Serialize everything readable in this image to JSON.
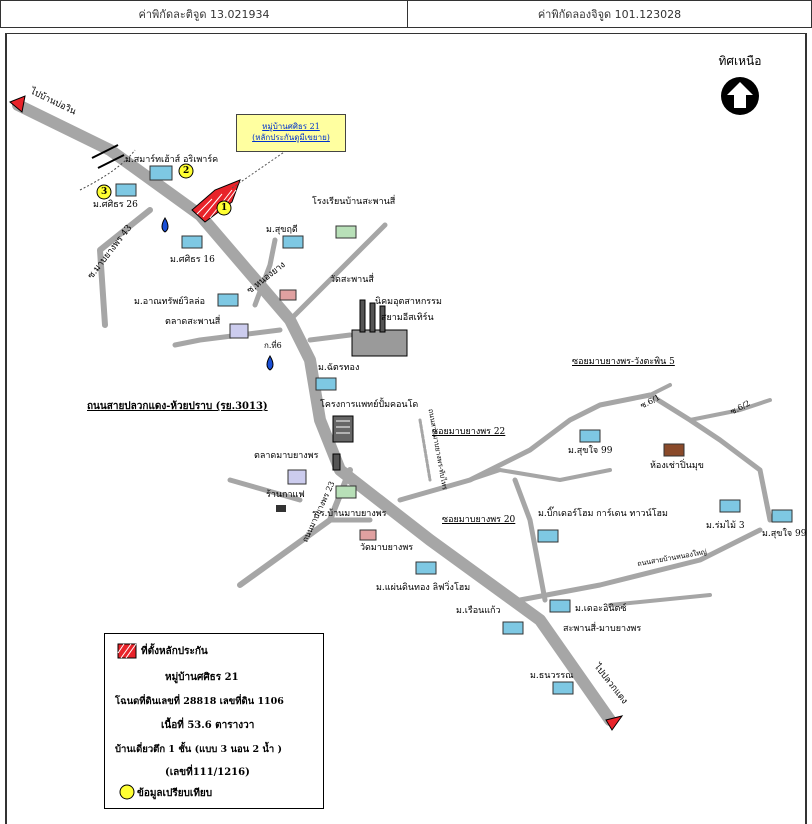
{
  "coordinates": {
    "latitude": "ค่าพิกัดละติจูด 13.021934",
    "longitude": "ค่าพิกัดลองจิจูด 101.123028"
  },
  "north_label": "ทิศเหนือ",
  "callout": {
    "line1": "หมู่บ้านศศิธร 21",
    "line2": "(หลักประกันดูมีเขยาย)"
  },
  "labels": {
    "to_ban_bueng": "ไปบ้านบ่อวิน",
    "to_pluak_daeng": "ไปปลวกแดง",
    "smart_home": "ม.สมาร์ทเฮ้าส์ อริเพาร์ค",
    "sasithorn26": "ม.ศศิธร 26",
    "sasithorn16": "ม.ศศิธร 16",
    "soi_43": "ซ.มาบยางพร 43",
    "chuchat": "ม.สุขฤดี",
    "school": "โรงเรียนบ้านสะพานสี่",
    "soi_nong_yang": "ซ.หนองยาง",
    "wat_saphan_si": "วัดสะพานสี่",
    "industrial_1": "นิคมอุตสาหกรรม",
    "industrial_2": "สยามอีสเทิร์น",
    "arthaphat": "ม.อาณทรัพย์วิลล่อ",
    "talat_saphan_si": "ตลาดสะพานสี่",
    "atm": "ก.ที่6",
    "chatthong": "ม.ฉัตรทอง",
    "road_3013": "ถนนสายปลวกแดง-ห้วยปราบ (รย.3013)",
    "condo": "โครงการแพทย์ปั้มคอนโด",
    "soi_side_road": "ถนนสายมาบยางพร-ทับไทร",
    "soi_22": "ซอยมาบยางพร 22",
    "soi_5": "ซอยมาบยางพร-วังตะพิน 5",
    "road_1": "ซ.6/1",
    "road_2": "ซ.6/2",
    "suchai99_a": "ม.สุขใจ 99",
    "hong_chao": "ห้องเช่าปิ่นมุข",
    "talat_mapyang": "ตลาดมาบยางพร",
    "raan_ko": "ร้านกาแฟ",
    "mapyang_road": "ถนนมาบยางพร 23",
    "school_mapyang": "ร.ร.บ้านมาบยางพร",
    "wat_mapyang": "วัดมาบยางพร",
    "soi_20": "ซอยมาบยางพร 20",
    "big_garden": "ม.บิ๊กเดอร์โฮม การ์เดน ทาวน์โฮม",
    "ruamjai3": "ม.ร่มไม้ 3",
    "suchai99_b": "ม.สุขใจ 99",
    "road_right": "ถนนสายบ้านหนองใหญ่",
    "paradise": "ม.แผ่นดินทอง ลิฟวิ่งโฮม",
    "rueankaew": "ม.เรือนแก้ว",
    "the_crown": "ม.เดอะอินิตซ์",
    "saphan_mapyang": "สะพานสี่-มาบยางพร",
    "thanwarat": "ม.ธนวรรณ"
  },
  "markers": [
    "1",
    "2",
    "3"
  ],
  "legend": {
    "collateral": "ที่ตั้งหลักประกัน",
    "village": "หมู่บ้านศศิธร 21",
    "deed": "โฉนดที่ดินเลขที่ 28818 เลขที่ดิน 1106",
    "area": "เนื้อที่ 53.6 ตารางวา",
    "house": "บ้านเดี่ยวตึก 1 ชั้น (แบบ 3 นอน 2 น้ำ )",
    "house_no": "(เลขที่111/1216)",
    "compare": "ข้อมูลเปรียบเทียบ"
  },
  "colors": {
    "road": "#a6a6a6",
    "collateral": "#e8232a",
    "marker": "#ffff33",
    "callout_bg": "#ffffa0",
    "callout_text": "#0033cc"
  }
}
